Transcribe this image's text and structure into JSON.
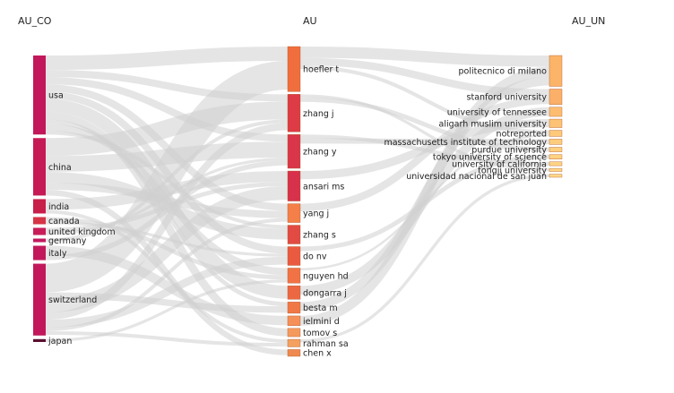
{
  "chart_data": {
    "type": "sankey",
    "columns": [
      {
        "title": "AU_CO",
        "nodes": [
          {
            "name": "usa",
            "value": 11,
            "color": "#c2185b"
          },
          {
            "name": "china",
            "value": 8,
            "color": "#c51a56"
          },
          {
            "name": "india",
            "value": 2,
            "color": "#c81e4a"
          },
          {
            "name": "canada",
            "value": 1,
            "color": "#d63447"
          },
          {
            "name": "united kingdom",
            "value": 1,
            "color": "#c91d5a"
          },
          {
            "name": "germany",
            "value": 0.5,
            "color": "#c4185e"
          },
          {
            "name": "italy",
            "value": 2,
            "color": "#c2185b"
          },
          {
            "name": "switzerland",
            "value": 10,
            "color": "#c2185b"
          },
          {
            "name": "japan",
            "value": 0.4,
            "color": "#5a1030"
          }
        ]
      },
      {
        "title": "AU",
        "nodes": [
          {
            "name": "hoefler t",
            "value": 6,
            "color": "#f06e3e"
          },
          {
            "name": "zhang j",
            "value": 5,
            "color": "#dd3b45"
          },
          {
            "name": "zhang y",
            "value": 4.5,
            "color": "#d9364a"
          },
          {
            "name": "ansari ms",
            "value": 4,
            "color": "#d7314b"
          },
          {
            "name": "yang j",
            "value": 2.5,
            "color": "#f47f48"
          },
          {
            "name": "zhang s",
            "value": 2.5,
            "color": "#e24a44"
          },
          {
            "name": "do nv",
            "value": 2.5,
            "color": "#ea5a40"
          },
          {
            "name": "nguyen hd",
            "value": 2,
            "color": "#f17345"
          },
          {
            "name": "dongarra j",
            "value": 1.8,
            "color": "#ec6842"
          },
          {
            "name": "besta m",
            "value": 1.5,
            "color": "#f07847"
          },
          {
            "name": "ielmini d",
            "value": 1.3,
            "color": "#f59058"
          },
          {
            "name": "tomov s",
            "value": 1.1,
            "color": "#f59a5e"
          },
          {
            "name": "rahman sa",
            "value": 1,
            "color": "#f3a060"
          },
          {
            "name": "chen x",
            "value": 0.9,
            "color": "#ee8a50"
          }
        ]
      },
      {
        "title": "AU_UN",
        "nodes": [
          {
            "name": "politecnico di milano",
            "value": 4,
            "color": "#fbb468"
          },
          {
            "name": "stanford university",
            "value": 2,
            "color": "#fbb06a"
          },
          {
            "name": "university of tennessee",
            "value": 1.2,
            "color": "#fcbd70"
          },
          {
            "name": "aligarh muslim university",
            "value": 1.1,
            "color": "#fcc275"
          },
          {
            "name": "notreported",
            "value": 0.8,
            "color": "#fdc97a"
          },
          {
            "name": "massachusetts institute of technology",
            "value": 0.7,
            "color": "#fdcd7e"
          },
          {
            "name": "purdue university",
            "value": 0.6,
            "color": "#fdd080"
          },
          {
            "name": "tokyo university of science",
            "value": 0.6,
            "color": "#fdd282"
          },
          {
            "name": "university of california",
            "value": 0.5,
            "color": "#fdd484"
          },
          {
            "name": "tongji university",
            "value": 0.4,
            "color": "#fdd686"
          },
          {
            "name": "universidad nacional de san juan",
            "value": 0.4,
            "color": "#fdd888"
          }
        ]
      }
    ],
    "links": [
      {
        "source": "usa",
        "target": "hoefler t",
        "value": 2
      },
      {
        "source": "usa",
        "target": "zhang j",
        "value": 1
      },
      {
        "source": "usa",
        "target": "zhang y",
        "value": 1
      },
      {
        "source": "usa",
        "target": "yang j",
        "value": 1
      },
      {
        "source": "usa",
        "target": "do nv",
        "value": 1
      },
      {
        "source": "usa",
        "target": "dongarra j",
        "value": 1.8
      },
      {
        "source": "usa",
        "target": "tomov s",
        "value": 1.1
      },
      {
        "source": "usa",
        "target": "besta m",
        "value": 0.6
      },
      {
        "source": "usa",
        "target": "nguyen hd",
        "value": 1
      },
      {
        "source": "usa",
        "target": "zhang s",
        "value": 0.5
      },
      {
        "source": "china",
        "target": "zhang j",
        "value": 2.5
      },
      {
        "source": "china",
        "target": "zhang y",
        "value": 2.2
      },
      {
        "source": "china",
        "target": "zhang s",
        "value": 1.5
      },
      {
        "source": "china",
        "target": "yang j",
        "value": 1
      },
      {
        "source": "china",
        "target": "chen x",
        "value": 0.8
      },
      {
        "source": "india",
        "target": "ansari ms",
        "value": 1.5
      },
      {
        "source": "india",
        "target": "rahman sa",
        "value": 0.5
      },
      {
        "source": "canada",
        "target": "nguyen hd",
        "value": 0.6
      },
      {
        "source": "canada",
        "target": "do nv",
        "value": 0.4
      },
      {
        "source": "united kingdom",
        "target": "ansari ms",
        "value": 0.6
      },
      {
        "source": "united kingdom",
        "target": "zhang y",
        "value": 0.4
      },
      {
        "source": "germany",
        "target": "zhang j",
        "value": 0.5
      },
      {
        "source": "italy",
        "target": "ielmini d",
        "value": 1.3
      },
      {
        "source": "italy",
        "target": "zhang y",
        "value": 0.7
      },
      {
        "source": "switzerland",
        "target": "hoefler t",
        "value": 4
      },
      {
        "source": "switzerland",
        "target": "besta m",
        "value": 0.9
      },
      {
        "source": "switzerland",
        "target": "ansari ms",
        "value": 1.9
      },
      {
        "source": "switzerland",
        "target": "zhang j",
        "value": 1
      },
      {
        "source": "switzerland",
        "target": "do nv",
        "value": 1.1
      },
      {
        "source": "switzerland",
        "target": "yang j",
        "value": 0.5
      },
      {
        "source": "switzerland",
        "target": "rahman sa",
        "value": 0.5
      },
      {
        "source": "japan",
        "target": "nguyen hd",
        "value": 0.4
      },
      {
        "source": "hoefler t",
        "target": "politecnico di milano",
        "value": 1.5
      },
      {
        "source": "hoefler t",
        "target": "stanford university",
        "value": 1
      },
      {
        "source": "hoefler t",
        "target": "notreported",
        "value": 0.5
      },
      {
        "source": "zhang j",
        "target": "tongji university",
        "value": 0.4
      },
      {
        "source": "zhang j",
        "target": "purdue university",
        "value": 0.6
      },
      {
        "source": "zhang y",
        "target": "university of california",
        "value": 0.5
      },
      {
        "source": "zhang y",
        "target": "massachusetts institute of technology",
        "value": 0.7
      },
      {
        "source": "ansari ms",
        "target": "aligarh muslim university",
        "value": 1.1
      },
      {
        "source": "yang j",
        "target": "stanford university",
        "value": 1
      },
      {
        "source": "do nv",
        "target": "tokyo university of science",
        "value": 0.6
      },
      {
        "source": "dongarra j",
        "target": "university of tennessee",
        "value": 1.2
      },
      {
        "source": "ielmini d",
        "target": "politecnico di milano",
        "value": 1.3
      },
      {
        "source": "besta m",
        "target": "politecnico di milano",
        "value": 1.2
      },
      {
        "source": "nguyen hd",
        "target": "notreported",
        "value": 0.3
      },
      {
        "source": "rahman sa",
        "target": "universidad nacional de san juan",
        "value": 0.4
      }
    ]
  }
}
